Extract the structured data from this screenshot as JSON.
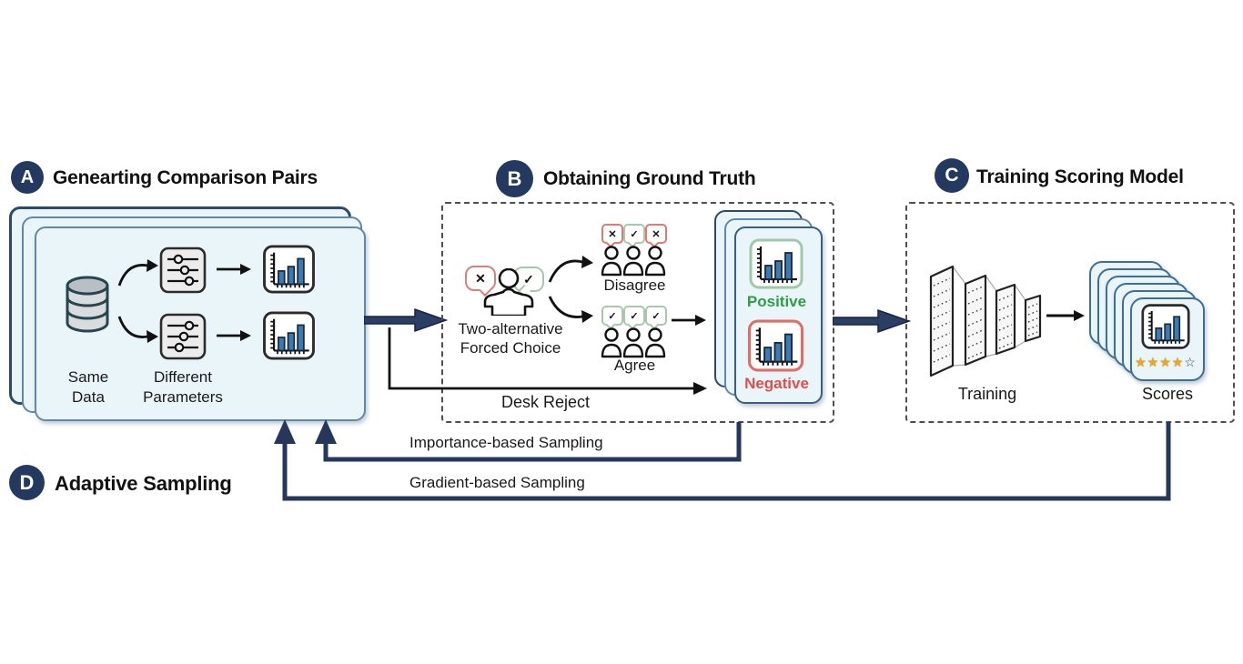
{
  "section_a": {
    "badge": "A",
    "title": "Genearting Comparison Pairs",
    "same_data": [
      "Same",
      "Data"
    ],
    "different_parameters": [
      "Different",
      "Parameters"
    ]
  },
  "section_b": {
    "badge": "B",
    "title": "Obtaining Ground Truth",
    "tafc": [
      "Two-alternative",
      "Forced Choice"
    ],
    "tafc_bubbles": {
      "cross": "✕",
      "check": "✓"
    },
    "disagree_badges": [
      "✕",
      "✓",
      "✕"
    ],
    "agree_badges": [
      "✓",
      "✓",
      "✓"
    ],
    "disagree_label": "Disagree",
    "agree_label": "Agree",
    "positive_label": "Positive",
    "negative_label": "Negative",
    "desk_reject_label": "Desk Reject"
  },
  "section_c": {
    "badge": "C",
    "title": "Training Scoring Model",
    "training_label": "Training",
    "scores_label": "Scores",
    "stars": [
      "★",
      "★",
      "★",
      "★",
      "☆"
    ]
  },
  "section_d": {
    "badge": "D",
    "title": "Adaptive Sampling",
    "importance_label": "Importance-based Sampling",
    "gradient_label": "Gradient-based Sampling"
  },
  "colors": {
    "navy": "#24395f",
    "card_fill": "#e9f5f9",
    "bar_blue": "#3d7ab0",
    "positive_green": "#2f9e44",
    "negative_red": "#e04f4a",
    "star_gold": "#f0a818"
  }
}
